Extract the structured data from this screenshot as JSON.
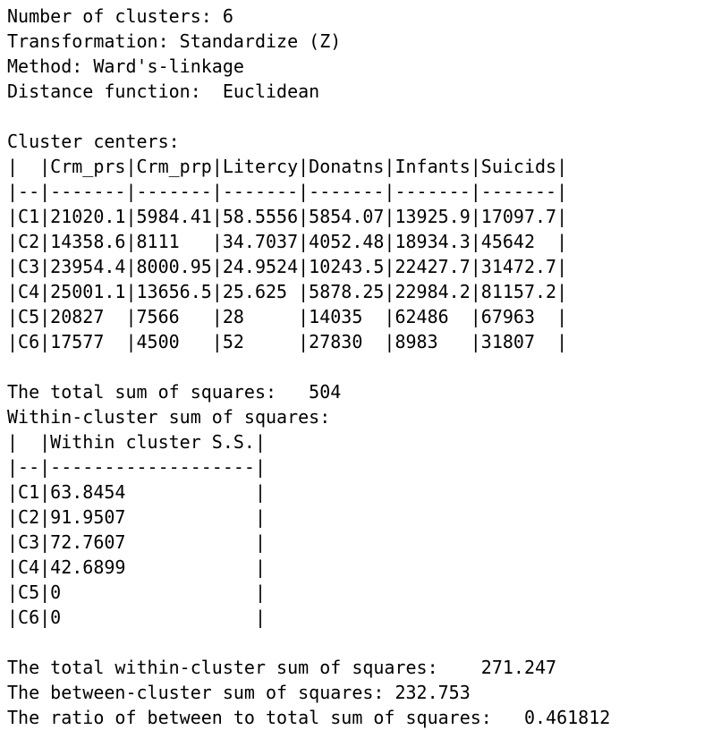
{
  "header": {
    "clusters": "Number of clusters: 6",
    "transformation": "Transformation: Standardize (Z)",
    "method": "Method: Ward's-linkage",
    "distance": "Distance function:  Euclidean"
  },
  "centers": {
    "title": "Cluster centers:",
    "header_row": "|  |Crm_prs|Crm_prp|Litercy|Donatns|Infants|Suicids|",
    "rule_row": "|--|-------|-------|-------|-------|-------|-------|",
    "rows": [
      "|C1|21020.1|5984.41|58.5556|5854.07|13925.9|17097.7|",
      "|C2|14358.6|8111   |34.7037|4052.48|18934.3|45642  |",
      "|C3|23954.4|8000.95|24.9524|10243.5|22427.7|31472.7|",
      "|C4|25001.1|13656.5|25.625 |5878.25|22984.2|81157.2|",
      "|C5|20827  |7566   |28     |14035  |62486  |67963  |",
      "|C6|17577  |4500   |52     |27830  |8983   |31807  |"
    ]
  },
  "total_ss": "The total sum of squares:   504",
  "within": {
    "title": "Within-cluster sum of squares:",
    "header_row": "|  |Within cluster S.S.|",
    "rule_row": "|--|-------------------|",
    "rows": [
      "|C1|63.8454            |",
      "|C2|91.9507            |",
      "|C3|72.7607            |",
      "|C4|42.6899            |",
      "|C5|0                  |",
      "|C6|0                  |"
    ]
  },
  "summary": {
    "total_within": "The total within-cluster sum of squares:    271.247",
    "between": "The between-cluster sum of squares: 232.753",
    "ratio": "The ratio of between to total sum of squares:   0.461812"
  }
}
